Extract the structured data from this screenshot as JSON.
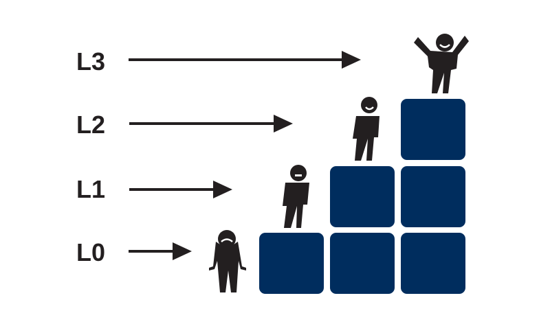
{
  "diagram": {
    "type": "maturity-staircase",
    "levels": [
      {
        "label": "L0",
        "mood": "sad"
      },
      {
        "label": "L1",
        "mood": "neutral"
      },
      {
        "label": "L2",
        "mood": "smiling"
      },
      {
        "label": "L3",
        "mood": "celebrating"
      }
    ],
    "colors": {
      "block": "#002d5e",
      "figure": "#231f20",
      "arrow": "#231f20"
    }
  }
}
